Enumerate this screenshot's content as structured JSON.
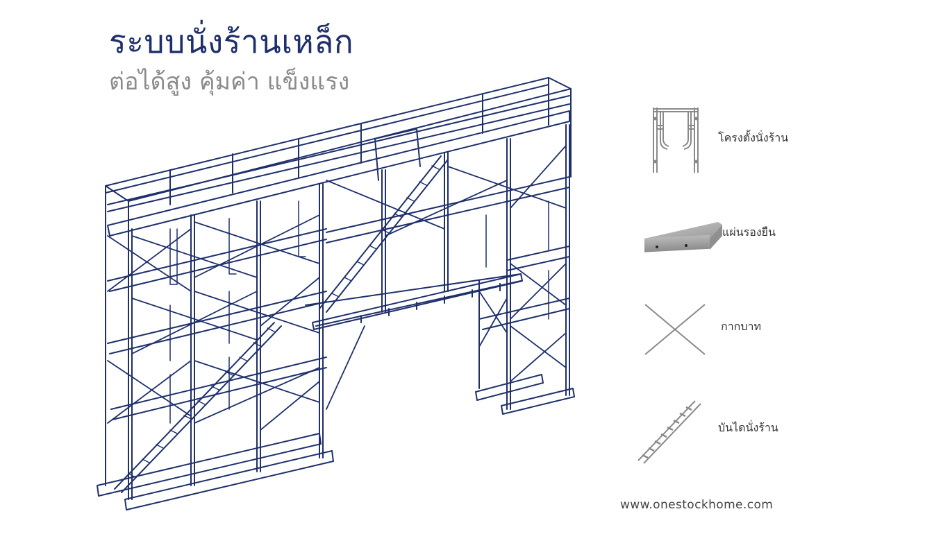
{
  "header": {
    "title": "ระบบนั่งร้านเหล็ก",
    "subtitle": "ต่อได้สูง คุ้มค่า แข็งแรง"
  },
  "illustration": {
    "name": "steel-scaffolding-system-drawing",
    "line_color": "#1e2f6b"
  },
  "legend": {
    "items": [
      {
        "icon": "scaffold-frame-icon",
        "label": "โครงตั้งนั่งร้าน"
      },
      {
        "icon": "walk-board-plank-icon",
        "label": "แผ่นรองยืน"
      },
      {
        "icon": "cross-brace-icon",
        "label": "กากบาท"
      },
      {
        "icon": "scaffold-ladder-icon",
        "label": "บันไดนั่งร้าน"
      }
    ]
  },
  "footer": {
    "url": "www.onestockhome.com"
  },
  "colors": {
    "title": "#1e2f6b",
    "subtitle": "#8b8b8b",
    "drawing": "#1e2f6b",
    "legend_icon": "#8a8a8a",
    "background": "#ffffff"
  }
}
